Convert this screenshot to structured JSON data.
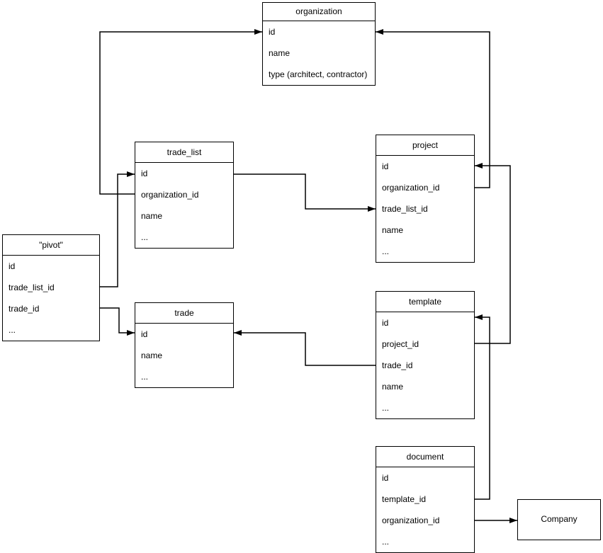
{
  "diagram": {
    "background": "#ffffff",
    "stroke_color": "#000000",
    "entities": {
      "organization": {
        "title": "organization",
        "fields": [
          "id",
          "name",
          "type (architect, contractor)"
        ]
      },
      "trade_list": {
        "title": "trade_list",
        "fields": [
          "id",
          "organization_id",
          "name",
          "..."
        ]
      },
      "project": {
        "title": "project",
        "fields": [
          "id",
          "organization_id",
          "trade_list_id",
          "name",
          "..."
        ]
      },
      "pivot": {
        "title": "\"pivot\"",
        "fields": [
          "id",
          "trade_list_id",
          "trade_id",
          "..."
        ]
      },
      "trade": {
        "title": "trade",
        "fields": [
          "id",
          "name",
          "..."
        ]
      },
      "template": {
        "title": "template",
        "fields": [
          "id",
          "project_id",
          "trade_id",
          "name",
          "..."
        ]
      },
      "document": {
        "title": "document",
        "fields": [
          "id",
          "template_id",
          "organization_id",
          "..."
        ]
      },
      "company": {
        "title": "Company"
      }
    },
    "relations": [
      {
        "from": "trade_list.organization_id",
        "to": "organization.id"
      },
      {
        "from": "project.organization_id",
        "to": "organization.id"
      },
      {
        "from": "pivot.trade_list_id",
        "to": "trade_list.id"
      },
      {
        "from": "pivot.trade_id",
        "to": "trade.id"
      },
      {
        "from": "trade_list.id",
        "to": "project.trade_list_id"
      },
      {
        "from": "template.project_id",
        "to": "project.id"
      },
      {
        "from": "template.trade_id",
        "to": "trade.id"
      },
      {
        "from": "document.template_id",
        "to": "template.id"
      },
      {
        "from": "document.organization_id",
        "to": "company"
      }
    ]
  }
}
